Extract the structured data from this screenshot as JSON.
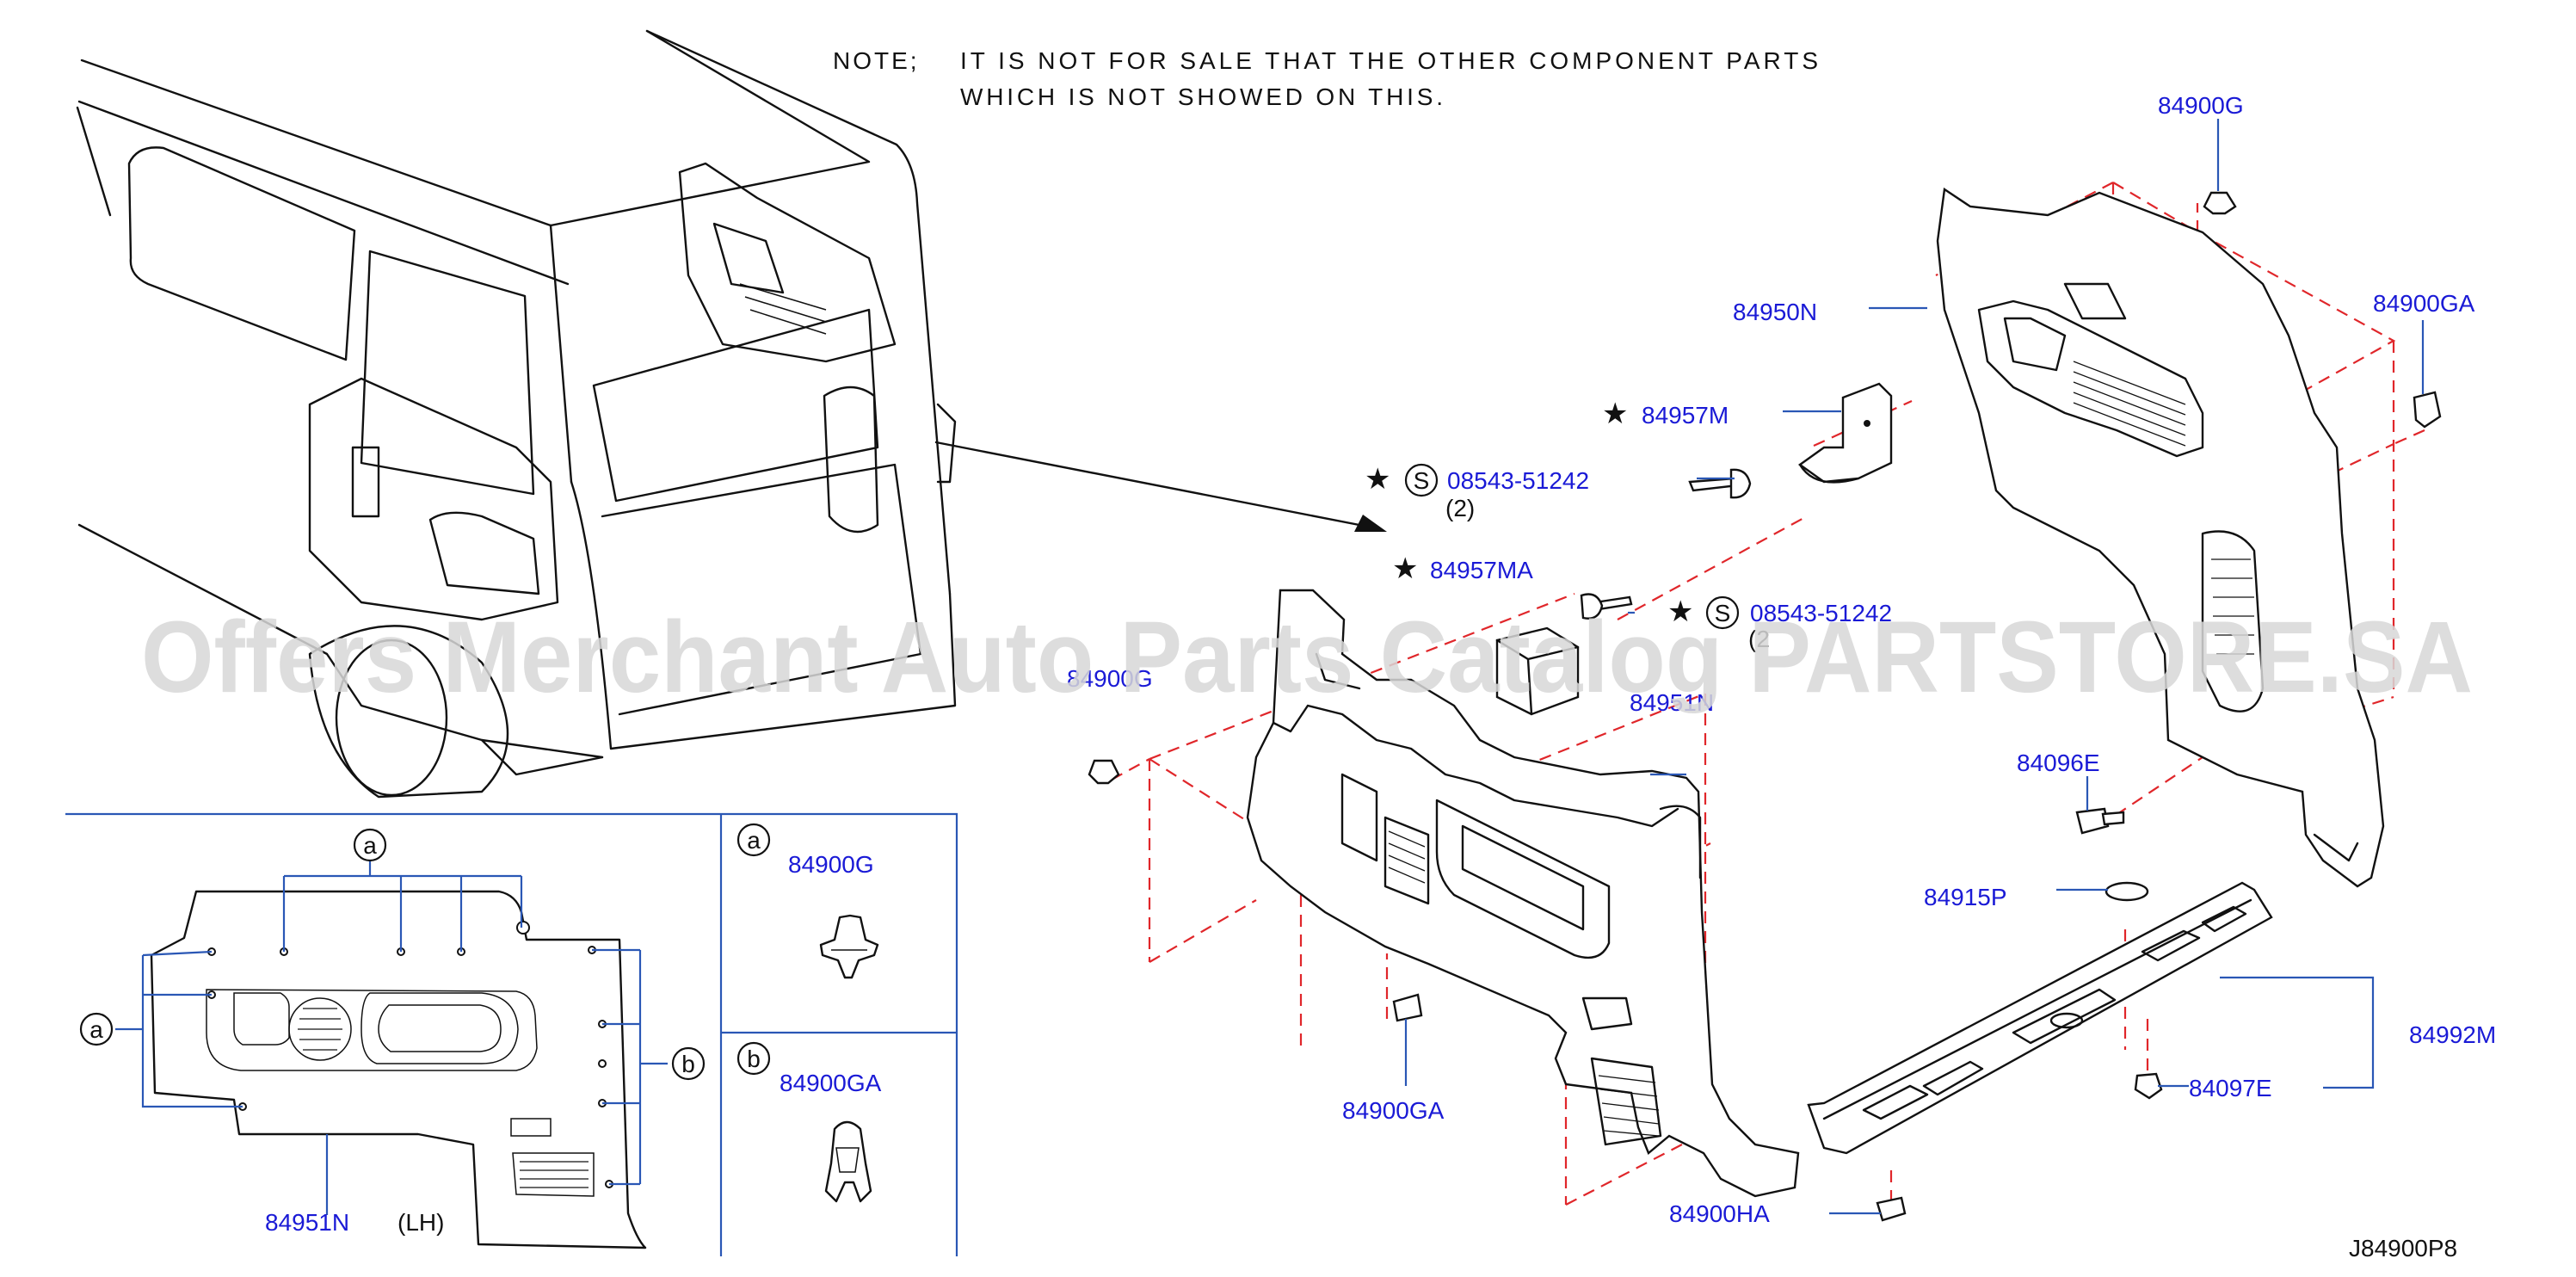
{
  "note": {
    "label": "NOTE;",
    "line1": "IT IS NOT FOR SALE THAT THE OTHER COMPONENT PARTS",
    "line2": "WHICH IS NOT SHOWED ON THIS."
  },
  "watermark": "Offers Merchant Auto Parts Catalog PARTSTORE.SA",
  "diagram_code": "J84900P8",
  "parts": {
    "p84900G_top": "84900G",
    "p84950N": "84950N",
    "p84900GA_right": "84900GA",
    "p84957M": "84957M",
    "p08543_a": "08543-51242",
    "p08543_a_qty": "(2)",
    "p84957MA": "84957MA",
    "p08543_b": "08543-51242",
    "p08543_b_qty": "(2",
    "p84900G_left": "84900G",
    "p84951N_main": "84951N",
    "p84096E": "84096E",
    "p84915P": "84915P",
    "p84992M": "84992M",
    "p84097E": "84097E",
    "p84900GA_mid": "84900GA",
    "p84900HA": "84900HA"
  },
  "marks": {
    "star": "★",
    "s_symbol": "S"
  },
  "inset": {
    "tag_a": "a",
    "tag_b": "b",
    "part_lh": "84951N",
    "side_lh": "(LH)",
    "legend_a_part": "84900G",
    "legend_b_part": "84900GA"
  }
}
